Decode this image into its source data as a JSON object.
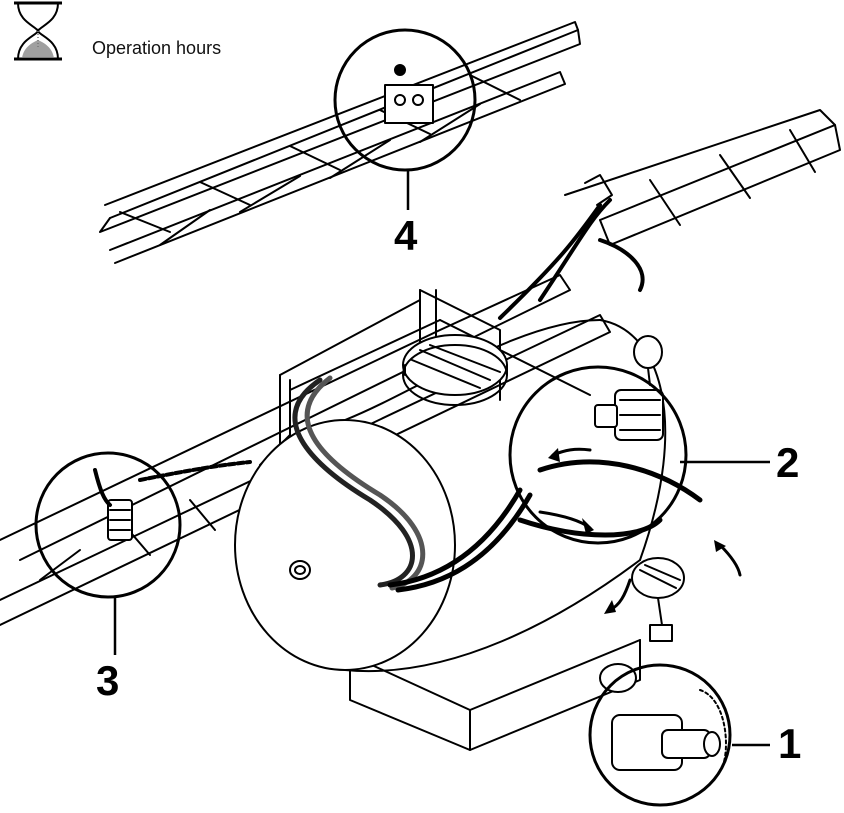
{
  "legend": {
    "icon": "hourglass-icon",
    "text": "Operation hours"
  },
  "callouts": [
    {
      "id": "1",
      "label": "1"
    },
    {
      "id": "2",
      "label": "2"
    },
    {
      "id": "3",
      "label": "3"
    },
    {
      "id": "4",
      "label": "4"
    }
  ]
}
